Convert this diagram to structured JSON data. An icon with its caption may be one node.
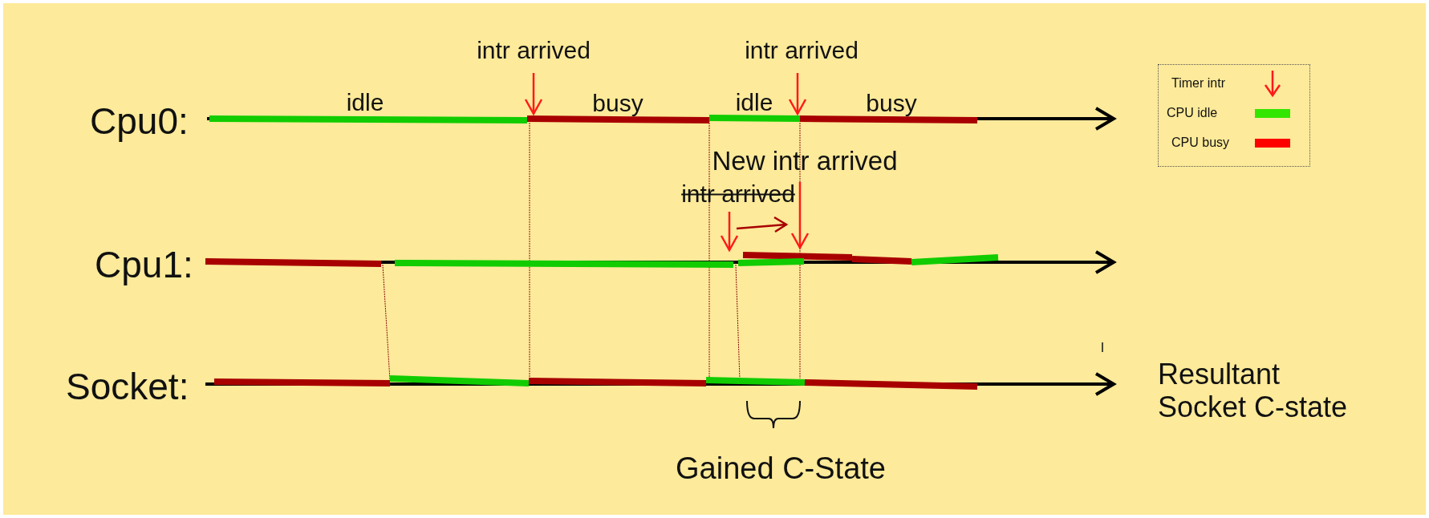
{
  "diagram": {
    "nodes": [
      {
        "text": [
          "Cpu0:"
        ]
      },
      {
        "text": [
          "Cpu1:"
        ]
      },
      {
        "text": [
          "Socket:"
        ]
      },
      {
        "text": [
          "Resultant Socket C-state"
        ]
      }
    ],
    "labels": [
      "intr arrived",
      "intr arrived",
      "idle",
      "busy",
      "idle",
      "busy",
      "New intr arrived",
      "intr arrived",
      "Gained C-State"
    ],
    "legend": [
      {
        "text": "Timer intr"
      },
      {
        "text": "CPU idle",
        "color": "#33e600"
      },
      {
        "text": "CPU busy",
        "color": "#ff0000"
      }
    ]
  }
}
